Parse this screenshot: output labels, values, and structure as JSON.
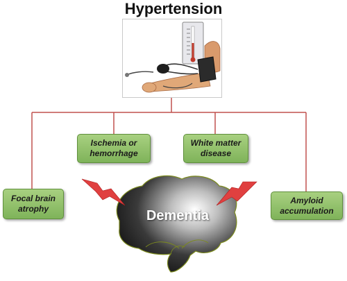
{
  "title": "Hypertension",
  "center": "Dementia",
  "boxes": [
    {
      "id": "focal",
      "text": "Focal brain\natrophy"
    },
    {
      "id": "ischemia",
      "text": "Ischemia or\nhemorrhage"
    },
    {
      "id": "white-matter",
      "text": "White matter\ndisease"
    },
    {
      "id": "amyloid",
      "text": "Amyloid\naccumulation"
    }
  ],
  "colors": {
    "connector": "#c0504d",
    "box_fill": "#8cc063",
    "lightning": "#e04040"
  },
  "icons": {
    "illustration": "blood-pressure-cuff-icon",
    "arrows": "lightning-bolt-icon",
    "brain": "brain-icon"
  }
}
